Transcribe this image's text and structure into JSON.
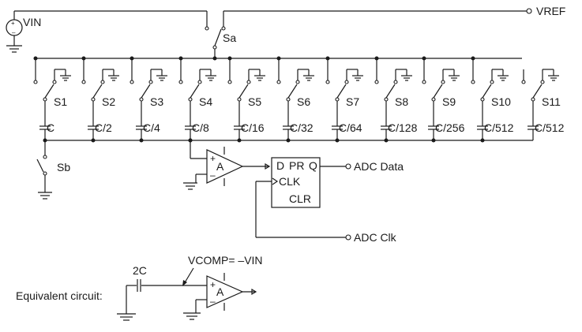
{
  "labels": {
    "vin": "VIN",
    "vref": "VREF",
    "sa": "Sa",
    "sb": "Sb",
    "amp": "A",
    "amp2": "A",
    "adc_data": "ADC Data",
    "adc_clk": "ADC Clk",
    "ff_d": "D",
    "ff_pr": "PR",
    "ff_q": "Q",
    "ff_clk": "CLK",
    "ff_clr": "CLR",
    "vcomp": "VCOMP= –VIN",
    "cap_2c": "2C",
    "equiv": "Equivalent circuit:",
    "plus": "+",
    "minus": "–"
  },
  "switches": [
    "S1",
    "S2",
    "S3",
    "S4",
    "S5",
    "S6",
    "S7",
    "S8",
    "S9",
    "S10",
    "S11"
  ],
  "capacitors": [
    "C",
    "C/2",
    "C/4",
    "C/8",
    "C/16",
    "C/32",
    "C/64",
    "C/128",
    "C/256",
    "C/512",
    "C/512"
  ]
}
